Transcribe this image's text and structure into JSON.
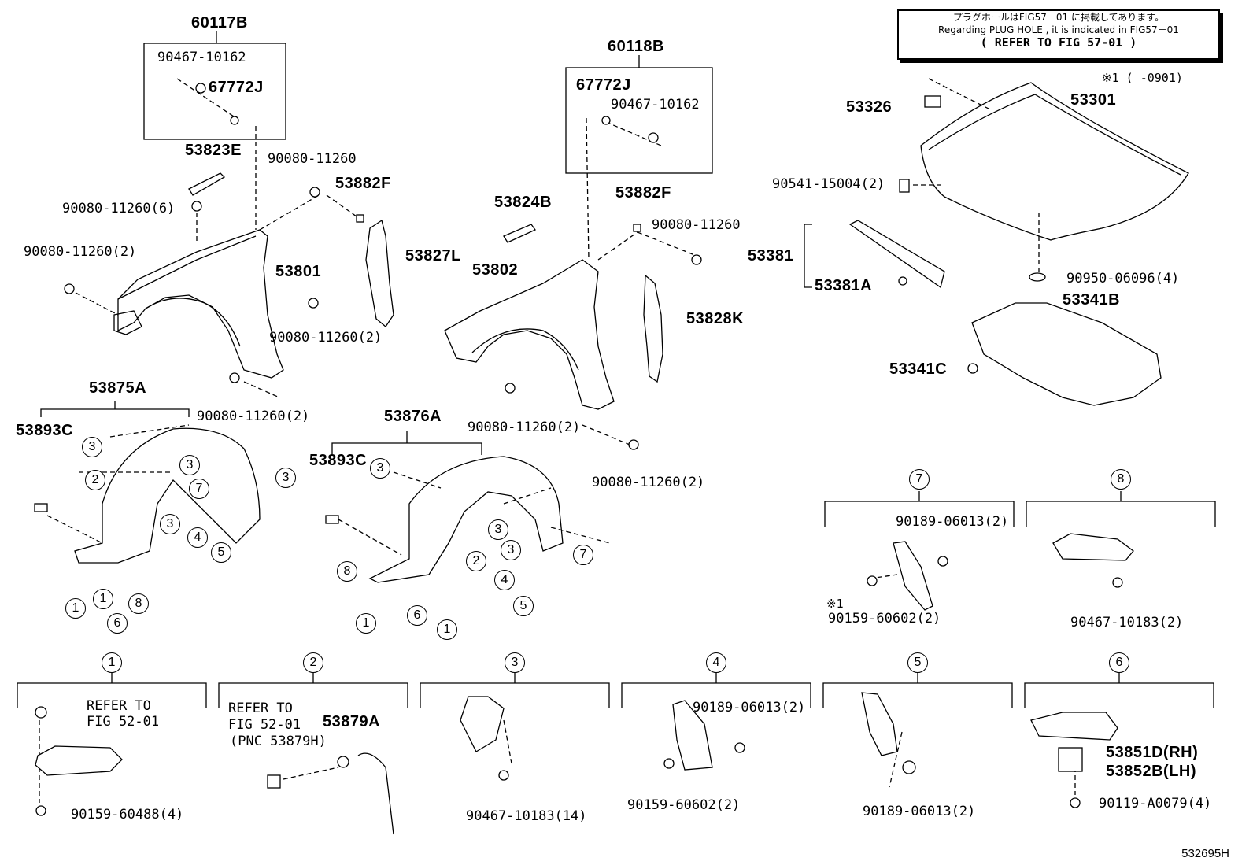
{
  "note": {
    "line1": "プラグホールはFIG57－01 に掲載してあります。",
    "line2": "Regarding PLUG HOLE , it is indicated in FIG57－01",
    "line3": "( REFER TO FIG 57-01 )",
    "range": "※1 (       -0901)"
  },
  "diagram_id": "532695H",
  "parts": {
    "p60117B": "60117B",
    "p90467_10162_a": "90467-10162",
    "p67772J_a": "67772J",
    "p53823E": "53823E",
    "p90080_11260_a": "90080-11260",
    "p53882F_a": "53882F",
    "p90080_11260_6": "90080-11260(6)",
    "p90080_11260_2a": "90080-11260(2)",
    "p53801": "53801",
    "p53827L": "53827L",
    "p90080_11260_2b": "90080-11260(2)",
    "p90080_11260_2c": "90080-11260(2)",
    "p60118B": "60118B",
    "p67772J_b": "67772J",
    "p90467_10162_b": "90467-10162",
    "p53824B": "53824B",
    "p53882F_b": "53882F",
    "p90080_11260_b": "90080-11260",
    "p53802": "53802",
    "p53828K": "53828K",
    "p90080_11260_2d": "90080-11260(2)",
    "p90080_11260_2e": "90080-11260(2)",
    "p53326": "53326",
    "p53301": "53301",
    "p90541_15004": "90541-15004(2)",
    "p53381": "53381",
    "p53381A": "53381A",
    "p90950_06096": "90950-06096(4)",
    "p53341B": "53341B",
    "p53341C": "53341C",
    "p53875A": "53875A",
    "p53893C_a": "53893C",
    "p53876A": "53876A",
    "p53893C_b": "53893C",
    "p90189_06013_2a": "90189-06013(2)",
    "p90159_60602_2a": "90159-60602(2)",
    "star1": "※1",
    "p90467_10183_2": "90467-10183(2)",
    "refer1": "REFER TO",
    "fig1": "FIG 52-01",
    "p90159_60488": "90159-60488(4)",
    "refer2": "REFER TO",
    "fig2": "FIG 52-01",
    "pnc": "(PNC 53879H)",
    "p53879A": "53879A",
    "p90467_10183_14": "90467-10183(14)",
    "p90189_06013_2b": "90189-06013(2)",
    "p90159_60602_2b": "90159-60602(2)",
    "p90189_06013_2c": "90189-06013(2)",
    "p53851D": "53851D(RH)",
    "p53852B": "53852B(LH)",
    "p90119_A0079": "90119-A0079(4)"
  },
  "callouts": [
    "1",
    "2",
    "3",
    "4",
    "5",
    "6",
    "7",
    "8"
  ]
}
